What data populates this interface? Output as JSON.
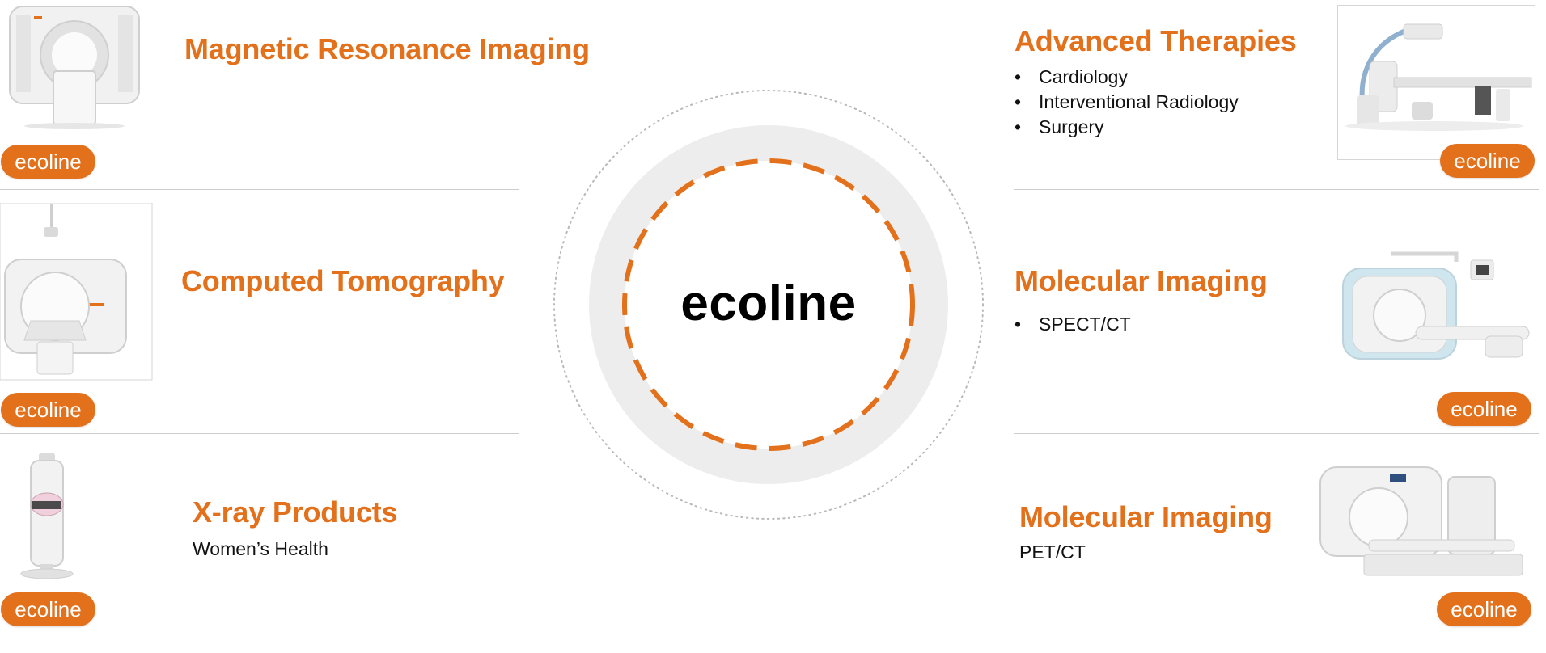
{
  "center": {
    "label": "ecoline"
  },
  "colors": {
    "accent": "#E3701B",
    "divider": "#cccccc",
    "ring": "#ededed"
  },
  "categories": [
    {
      "id": "mri",
      "title": "Magnetic Resonance Imaging",
      "badge": "ecoline",
      "icon": "mri-scanner-icon"
    },
    {
      "id": "ct",
      "title": "Computed Tomography",
      "badge": "ecoline",
      "icon": "ct-scanner-icon"
    },
    {
      "id": "xray",
      "title": "X-ray Products",
      "subtitle": "Women’s Health",
      "badge": "ecoline",
      "icon": "mammography-unit-icon"
    },
    {
      "id": "at",
      "title": "Advanced Therapies",
      "items": [
        "Cardiology",
        "Interventional Radiology",
        "Surgery"
      ],
      "badge": "ecoline",
      "icon": "angiography-system-icon"
    },
    {
      "id": "mi1",
      "title": "Molecular Imaging",
      "items": [
        "SPECT/CT"
      ],
      "badge": "ecoline",
      "icon": "spect-ct-scanner-icon"
    },
    {
      "id": "mi2",
      "title": "Molecular Imaging",
      "subtitle": "PET/CT",
      "badge": "ecoline",
      "icon": "pet-ct-scanner-icon"
    }
  ]
}
